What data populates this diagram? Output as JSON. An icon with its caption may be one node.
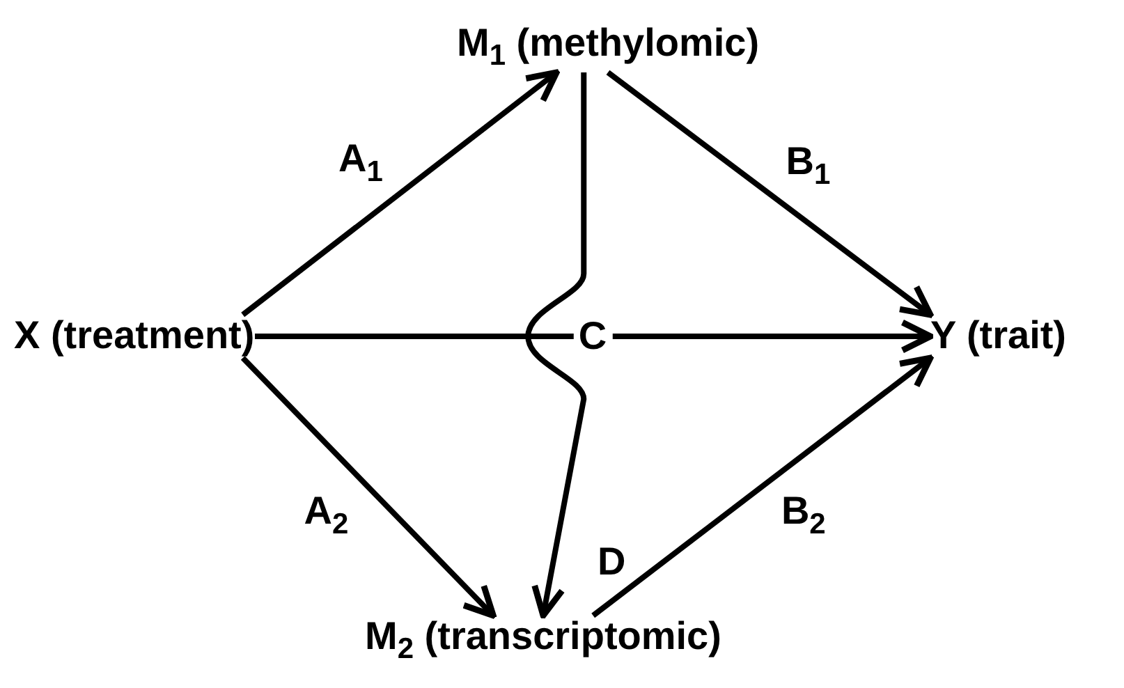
{
  "diagram": {
    "nodes": [
      {
        "text": [
          "X (treatment)"
        ]
      },
      {
        "text": [
          "M$_{1}$ (methylomic)"
        ]
      },
      {
        "text": [
          "Y (trait)"
        ]
      },
      {
        "text": [
          "M$_{2}$ (transcriptomic)"
        ]
      }
    ],
    "edges": [
      {
        "from": 0,
        "to": 1,
        "arrow": "to",
        "label": "A$_{1}$"
      },
      {
        "from": 1,
        "to": 2,
        "arrow": "to",
        "label": "B$_{1}$"
      },
      {
        "from": 0,
        "to": 2,
        "arrow": "to",
        "label": "C"
      },
      {
        "from": 0,
        "to": 3,
        "arrow": "to",
        "label": "A$_{2}$"
      },
      {
        "from": 3,
        "to": 2,
        "arrow": "to",
        "label": "B$_{2}$"
      },
      {
        "from": 1,
        "to": 3,
        "arrow": "to",
        "label": "D"
      }
    ]
  }
}
